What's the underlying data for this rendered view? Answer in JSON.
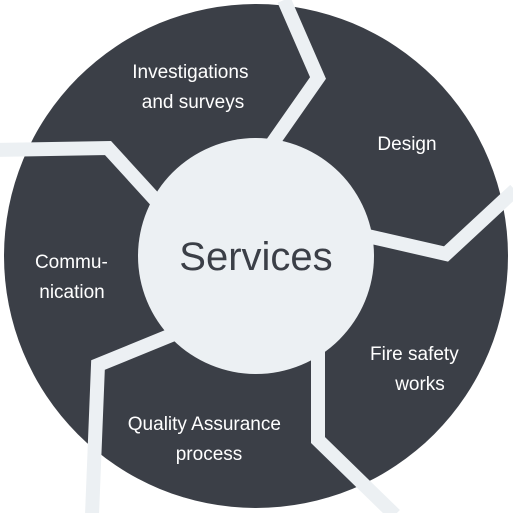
{
  "diagram": {
    "center_label": "Services",
    "segments": [
      {
        "lines": [
          "Investigations",
          "and surveys"
        ]
      },
      {
        "lines": [
          "Design"
        ]
      },
      {
        "lines": [
          "Fire safety",
          "works"
        ]
      },
      {
        "lines": [
          "Quality Assurance",
          "process"
        ]
      },
      {
        "lines": [
          "Commu-",
          "nication"
        ]
      }
    ]
  },
  "colors": {
    "segment_fill": "#3b3f47",
    "separator": "#ecf0f3",
    "hub_fill": "#ecf0f3",
    "center_text": "#3b3f47",
    "label_text": "#ffffff"
  }
}
